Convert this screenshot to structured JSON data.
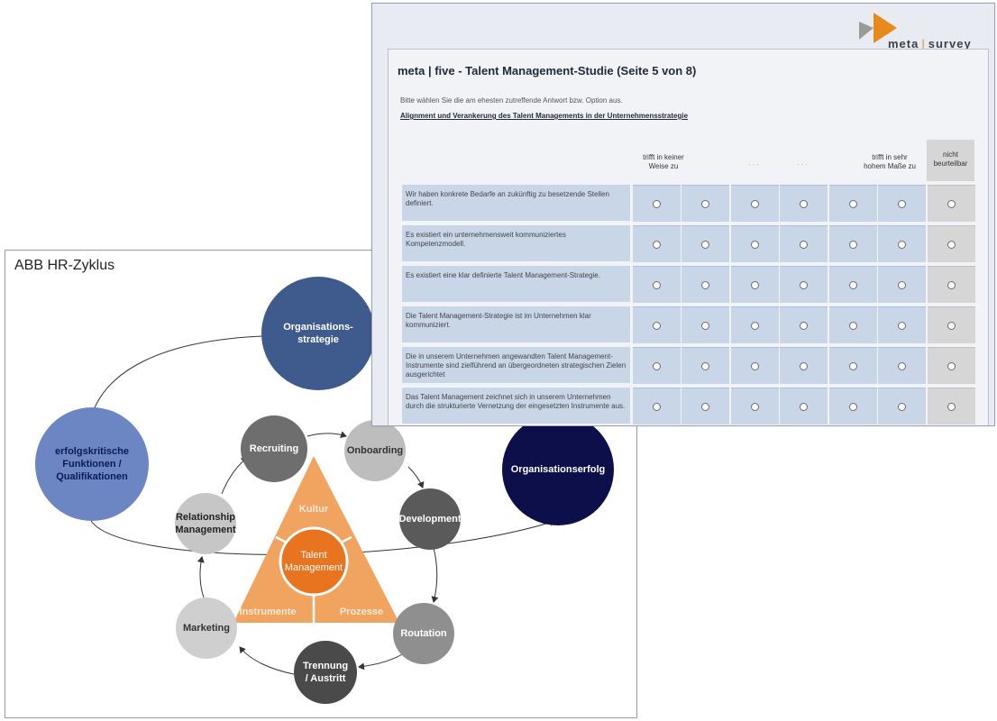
{
  "diagram": {
    "title": "ABB HR-Zyklus",
    "outer_nodes": [
      {
        "id": "org-strategie",
        "label": "Organisations-\nstrategie",
        "color": "#3f5a8c"
      },
      {
        "id": "funktionen",
        "label": "erfolgskritische\nFunktionen /\nQualifikationen",
        "color": "#6b86c2"
      },
      {
        "id": "org-erfolg",
        "label": "Organisationserfolg",
        "color": "#0c0f4a"
      }
    ],
    "cycle_nodes": [
      {
        "id": "recruiting",
        "label": "Recruiting",
        "color": "#6e6e6e"
      },
      {
        "id": "onboarding",
        "label": "Onboarding",
        "color": "#bdbdbd"
      },
      {
        "id": "development",
        "label": "Development",
        "color": "#5a5a5a"
      },
      {
        "id": "routation",
        "label": "Routation",
        "color": "#8f8f8f"
      },
      {
        "id": "trennung",
        "label": "Trennung\n/ Austritt",
        "color": "#4a4a4a"
      },
      {
        "id": "marketing",
        "label": "Marketing",
        "color": "#cfcfcf"
      },
      {
        "id": "relationship",
        "label": "Relationship\nManagement",
        "color": "#c6c6c6"
      }
    ],
    "triangle": {
      "top": "Kultur",
      "left": "Instrumente",
      "right": "Prozesse",
      "center": "Talent\nManagement",
      "color": "#f0a460",
      "center_color": "#e8741f"
    }
  },
  "survey": {
    "logo": {
      "part1": "meta",
      "separator": "|",
      "part2": "survey"
    },
    "title": "meta | five - Talent Management-Studie (Seite 5 von 8)",
    "instruction": "Bitte wählen Sie die am ehesten zutreffende Antwort bzw. Option aus.",
    "section_title": "Alignment und Verankerung des Talent Managements in der Unternehmensstrategie",
    "scale_low": "trifft in keiner\nWeise zu",
    "scale_mid": ". . .",
    "scale_high": "trifft in sehr\nhohem Maße zu",
    "not_applicable": "nicht\nbeurteilbar",
    "questions": [
      "Wir haben konkrete Bedarfe an zukünftig zu besetzende Stellen definiert.",
      "Es existiert ein unternehmensweit kommuniziertes Kompetenzmodell.",
      "Es existiert eine klar definierte Talent Management-Strategie.",
      "Die Talent Management-Strategie ist im Unternehmen klar kommuniziert.",
      "Die in unserem Unternehmen angewandten Talent Management-Instrumente sind zielführend an übergeordneten strategischen Zielen ausgerichtet",
      "Das Talent Management zeichnet sich in unserem Unternehmen durch die strukturierte Vernetzung der eingesetzten Instrumente aus."
    ]
  }
}
